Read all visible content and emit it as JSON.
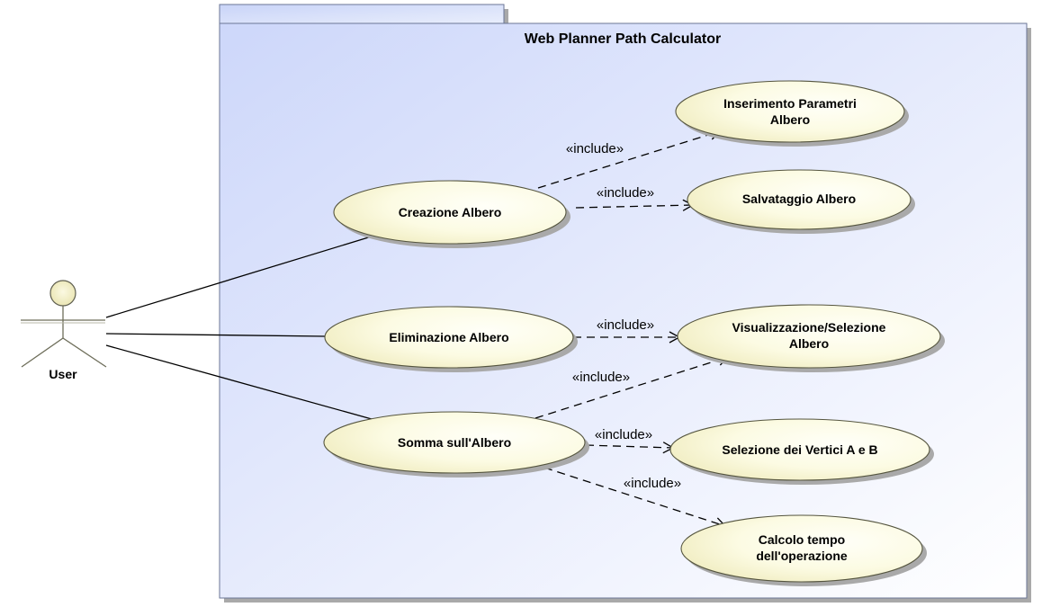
{
  "system": {
    "title": "Web Planner Path Calculator"
  },
  "actor": {
    "name": "User"
  },
  "use_cases": {
    "creazione": {
      "lines": [
        "Creazione Albero"
      ]
    },
    "eliminazione": {
      "lines": [
        "Eliminazione Albero"
      ]
    },
    "somma": {
      "lines": [
        "Somma sull'Albero"
      ]
    },
    "inserimento": {
      "lines": [
        "Inserimento Parametri",
        "Albero"
      ]
    },
    "salvataggio": {
      "lines": [
        "Salvataggio Albero"
      ]
    },
    "visualizzazione": {
      "lines": [
        "Visualizzazione/Selezione",
        "Albero"
      ]
    },
    "selezione": {
      "lines": [
        "Selezione dei Vertici A e B"
      ]
    },
    "calcolo": {
      "lines": [
        "Calcolo tempo",
        "dell'operazione"
      ]
    }
  },
  "relations": {
    "include_label": "«include»"
  },
  "colors": {
    "use_case_fill_light": "#fffff4",
    "use_case_fill_dark": "#f2efc6",
    "system_fill_light": "#ffffff",
    "system_fill_dark": "#cfd9fa",
    "actor_head": "#f3f0c8",
    "actor_stroke": "#6e6e5a",
    "shadow": "#a4a4a4"
  }
}
